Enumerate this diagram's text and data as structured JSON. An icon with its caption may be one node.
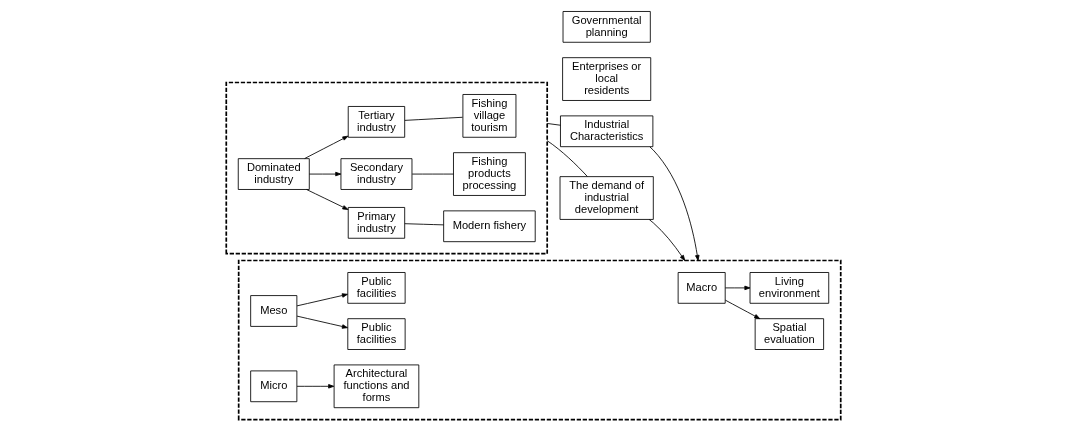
{
  "diagram": {
    "nodes": [
      {
        "text": [],
        "shape": "box"
      },
      {
        "text": [
          "Dominated industry"
        ],
        "in": 0
      },
      {
        "text": [
          "Primary industry"
        ],
        "in": 0
      },
      {
        "text": [
          "Modern fishery"
        ],
        "in": 0
      },
      {
        "text": [
          "Secondary industry"
        ],
        "in": 0
      },
      {
        "text": [
          "Fishing products processing"
        ],
        "in": 0
      },
      {
        "text": [
          "Tertiary industry"
        ],
        "in": 0
      },
      {
        "text": [
          "Fishing village tourism"
        ],
        "in": 0
      },
      {
        "text": [
          "Industrial Characteristics"
        ]
      },
      {
        "text": [
          "The demand of industrial development"
        ]
      },
      {
        "text": [
          "Enterprises or local residents"
        ]
      },
      {
        "text": [
          "Governmental planning"
        ]
      },
      {
        "text": [],
        "shape": "box"
      },
      {
        "text": [
          "Macro"
        ],
        "in": 12
      },
      {
        "text": [
          "Spatial evaluation"
        ],
        "in": 12
      },
      {
        "text": [
          "Living environment"
        ],
        "in": 12
      },
      {
        "text": [
          "Meso"
        ],
        "in": 12
      },
      {
        "text": [
          "Public facilities"
        ],
        "in": 12
      },
      {
        "text": [
          "Public facilities"
        ],
        "in": 12
      },
      {
        "text": [
          "Micro"
        ],
        "in": 12
      },
      {
        "text": [
          "Architectural functions and forms"
        ],
        "in": 12
      }
    ],
    "edges": [
      {
        "from": 1,
        "to": 2,
        "arrow": "to"
      },
      {
        "from": 1,
        "to": 4,
        "arrow": "to"
      },
      {
        "from": 1,
        "to": 6,
        "arrow": "to"
      },
      {
        "from": 2,
        "to": 3,
        "arrow": "none"
      },
      {
        "from": 4,
        "to": 5,
        "arrow": "none"
      },
      {
        "from": 6,
        "to": 7,
        "arrow": "none"
      },
      {
        "from": 0,
        "to": 8,
        "arrow": "none"
      },
      {
        "from": 0,
        "to": 9,
        "arrow": "none"
      },
      {
        "from": 8,
        "to": 12,
        "arrow": "to"
      },
      {
        "from": 9,
        "to": 12,
        "arrow": "to"
      },
      {
        "from": 13,
        "to": 14,
        "arrow": "to"
      },
      {
        "from": 13,
        "to": 15,
        "arrow": "to"
      },
      {
        "from": 16,
        "to": 17,
        "arrow": "to"
      },
      {
        "from": 16,
        "to": 18,
        "arrow": "to"
      },
      {
        "from": 19,
        "to": 20,
        "arrow": "to"
      }
    ]
  }
}
